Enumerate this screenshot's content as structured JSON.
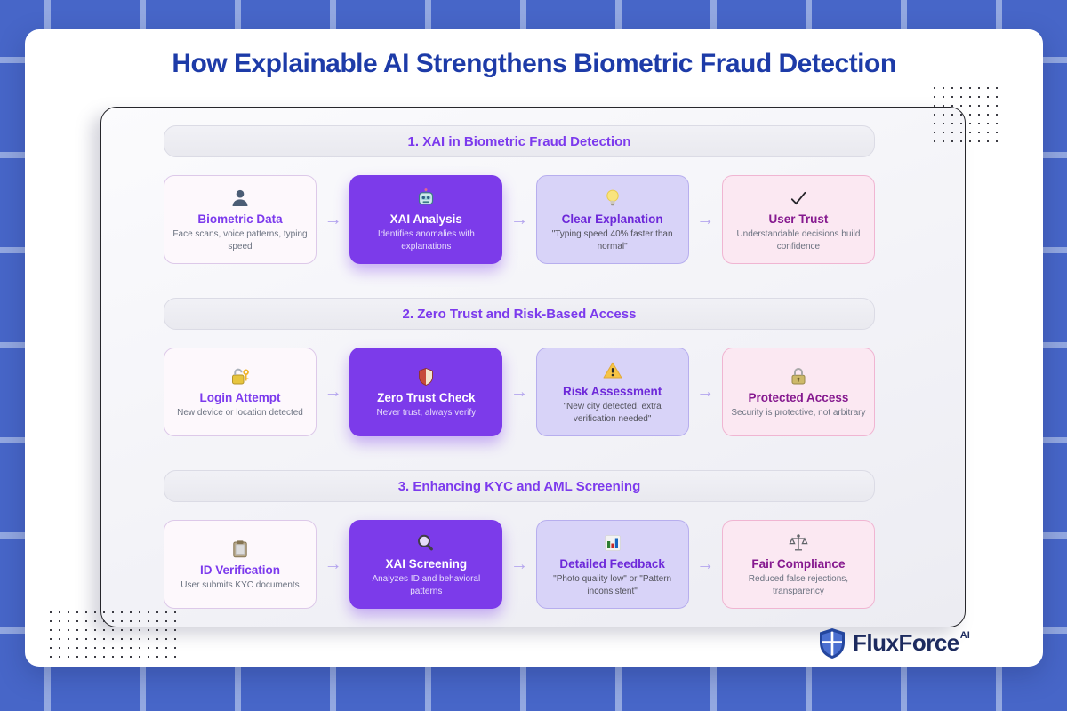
{
  "title": "How Explainable AI Strengthens Biometric Fraud Detection",
  "brand": {
    "name": "FluxForce",
    "suffix": "AI"
  },
  "arrow": "→",
  "palette": {
    "background_blue": "#4766c8",
    "grid_line_blue": "#93a8e1",
    "title_blue": "#1d3ba8",
    "accent_purple": "#7c3aed",
    "purple_card": "#7c3bea",
    "lavender_card": "#d8d3f8",
    "pink_card": "#fbe8f2",
    "light_card": "#fdf8fc",
    "brand_navy": "#1d2b5f"
  },
  "sections": [
    {
      "header": "1. XAI in Biometric Fraud Detection",
      "cards": [
        {
          "icon": "person-icon",
          "title": "Biometric Data",
          "desc": "Face scans, voice patterns, typing speed",
          "variant": "light"
        },
        {
          "icon": "robot-icon",
          "title": "XAI Analysis",
          "desc": "Identifies anomalies with explanations",
          "variant": "purple"
        },
        {
          "icon": "lightbulb-icon",
          "title": "Clear Explanation",
          "desc": "\"Typing speed 40% faster than normal\"",
          "variant": "lavender"
        },
        {
          "icon": "checkmark-icon",
          "title": "User Trust",
          "desc": "Understandable decisions build confidence",
          "variant": "pink"
        }
      ]
    },
    {
      "header": "2. Zero Trust and Risk-Based Access",
      "cards": [
        {
          "icon": "lock-key-icon",
          "title": "Login Attempt",
          "desc": "New device or location detected",
          "variant": "light"
        },
        {
          "icon": "shield-icon",
          "title": "Zero Trust Check",
          "desc": "Never trust, always verify",
          "variant": "purple"
        },
        {
          "icon": "warning-icon",
          "title": "Risk Assessment",
          "desc": "\"New city detected, extra verification needed\"",
          "variant": "lavender"
        },
        {
          "icon": "lock-icon",
          "title": "Protected Access",
          "desc": "Security is protective, not arbitrary",
          "variant": "pink"
        }
      ]
    },
    {
      "header": "3. Enhancing KYC and AML Screening",
      "cards": [
        {
          "icon": "clipboard-icon",
          "title": "ID Verification",
          "desc": "User submits KYC documents",
          "variant": "light"
        },
        {
          "icon": "magnifier-icon",
          "title": "XAI Screening",
          "desc": "Analyzes ID and behavioral patterns",
          "variant": "purple"
        },
        {
          "icon": "bar-chart-icon",
          "title": "Detailed Feedback",
          "desc": "\"Photo quality low\" or \"Pattern inconsistent\"",
          "variant": "lavender"
        },
        {
          "icon": "scales-icon",
          "title": "Fair Compliance",
          "desc": "Reduced false rejections, transparency",
          "variant": "pink"
        }
      ]
    }
  ]
}
